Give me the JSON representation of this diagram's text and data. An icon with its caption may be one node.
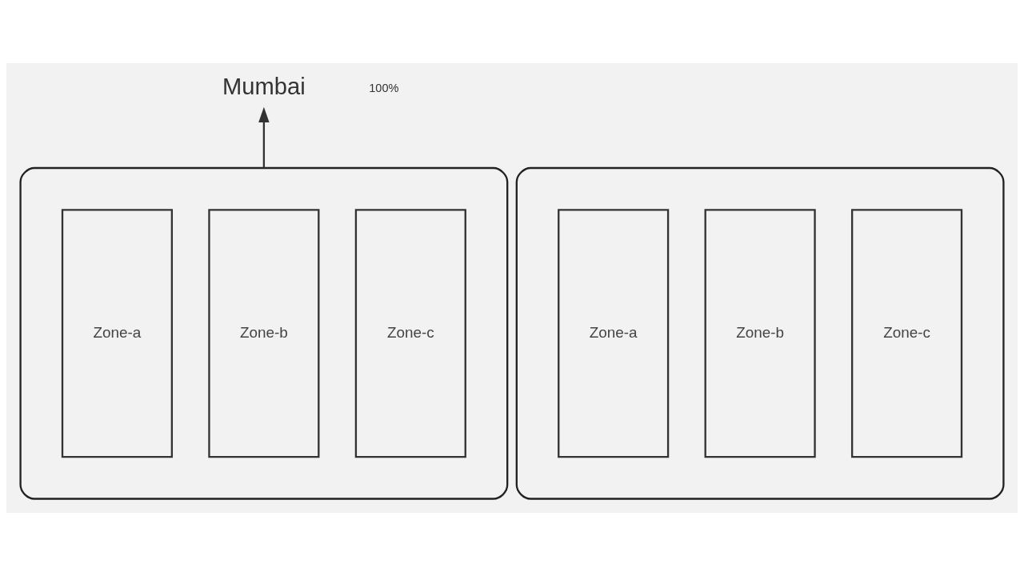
{
  "diagram": {
    "nodes": [
      {
        "text": [
          "Mumbai"
        ]
      },
      {
        "text": [],
        "shape": "box"
      },
      {
        "text": [
          "Zone-a"
        ],
        "in": 1
      },
      {
        "text": [
          "Zone-b"
        ],
        "in": 1
      },
      {
        "text": [
          "Zone-c"
        ],
        "in": 1
      },
      {
        "text": [],
        "shape": "box"
      },
      {
        "text": [
          "Zone-a"
        ],
        "in": 5
      },
      {
        "text": [
          "Zone-b"
        ],
        "in": 5
      },
      {
        "text": [
          "Zone-c"
        ],
        "in": 5
      }
    ],
    "edges": [
      {
        "from": 1,
        "to": 0,
        "arrow": "to"
      }
    ],
    "labels": [
      "100%"
    ]
  }
}
